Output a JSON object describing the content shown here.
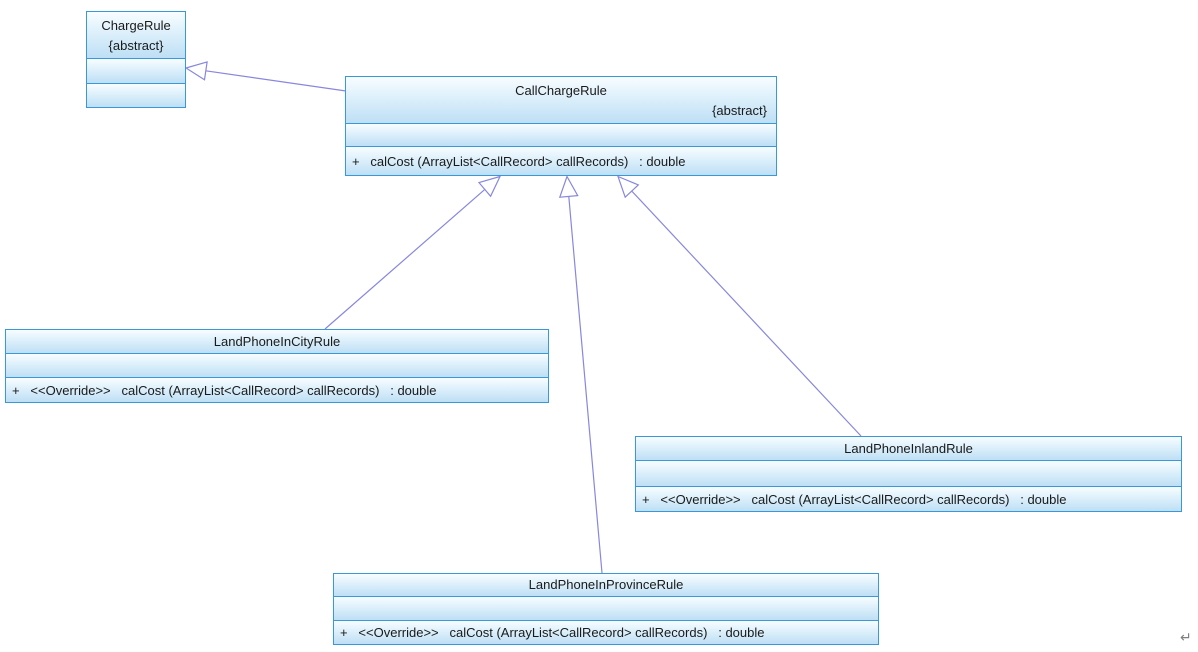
{
  "diagram": {
    "type": "uml-class-diagram",
    "classes": [
      {
        "name": "ChargeRule",
        "stereotype": "{abstract}",
        "attributes": [],
        "methods": []
      },
      {
        "name": "CallChargeRule",
        "stereotype": "{abstract}",
        "attributes": [],
        "methods": [
          "+   calCost (ArrayList<CallRecord> callRecords)   : double"
        ]
      },
      {
        "name": "LandPhoneInCityRule",
        "stereotype": "",
        "attributes": [],
        "methods": [
          "+   <<Override>>   calCost (ArrayList<CallRecord> callRecords)   : double"
        ]
      },
      {
        "name": "LandPhoneInlandRule",
        "stereotype": "",
        "attributes": [],
        "methods": [
          "+   <<Override>>   calCost (ArrayList<CallRecord> callRecords)   : double"
        ]
      },
      {
        "name": "LandPhoneInProvinceRule",
        "stereotype": "",
        "attributes": [],
        "methods": [
          "+   <<Override>>   calCost (ArrayList<CallRecord> callRecords)   : double"
        ]
      }
    ],
    "relations": [
      {
        "type": "generalization",
        "from": "CallChargeRule",
        "to": "ChargeRule"
      },
      {
        "type": "generalization",
        "from": "LandPhoneInCityRule",
        "to": "CallChargeRule"
      },
      {
        "type": "generalization",
        "from": "LandPhoneInProvinceRule",
        "to": "CallChargeRule"
      },
      {
        "type": "generalization",
        "from": "LandPhoneInlandRule",
        "to": "CallChargeRule"
      }
    ],
    "colors": {
      "box_border": "#3898d9",
      "box_fill_top": "#f8fdff",
      "box_fill_bottom": "#bedff5",
      "edge_stroke": "#8787de",
      "arrowhead_fill": "#ffffff",
      "text": "#1a1a1a",
      "return_mark_color": "#808080"
    },
    "return_mark": "↵"
  }
}
